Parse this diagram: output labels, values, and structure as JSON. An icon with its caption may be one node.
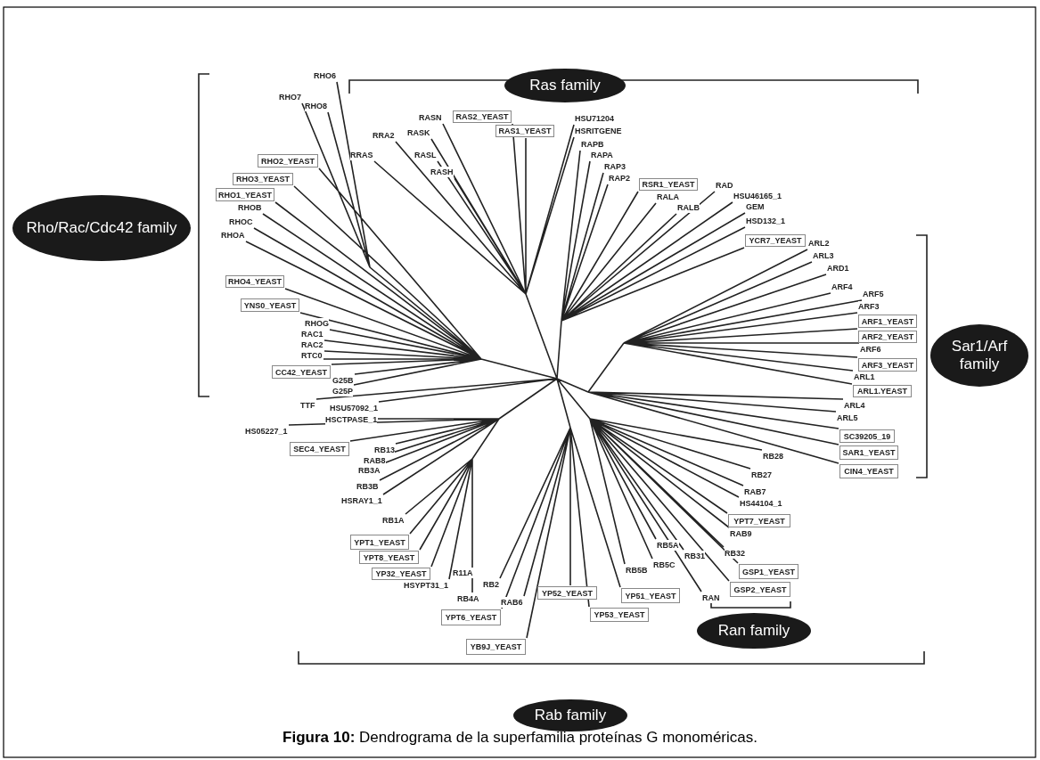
{
  "diagram": {
    "caption": "**Figura 10:** Dendrograma de la superfamilia proteínas G monoméricas.",
    "nodes": [
      {
        "text": [
          "Ras family"
        ]
      },
      {
        "text": [
          "RAS2_YEAST"
        ]
      },
      {
        "text": [
          "RAS1_YEAST"
        ]
      },
      {
        "text": [
          "RHO2_YEAST"
        ]
      },
      {
        "text": [
          "RHO3_YEAST"
        ]
      },
      {
        "text": [
          "RHO1_YEAST"
        ]
      },
      {
        "text": [
          "Rho/Rac/Cdc42 family"
        ]
      },
      {
        "text": [
          "RSR1_YEAST"
        ]
      },
      {
        "text": [
          "YCR7_YEAST"
        ]
      },
      {
        "text": [
          "RHO4_YEAST"
        ]
      },
      {
        "text": [
          "YNS0_YEAST"
        ]
      },
      {
        "text": [
          "ARF1_YEAST"
        ]
      },
      {
        "text": [
          "ARF2_YEAST"
        ]
      },
      {
        "text": [
          "Sar1/Arf family"
        ]
      },
      {
        "text": [
          "ARF3_YEAST"
        ]
      },
      {
        "text": [
          "CC42_YEAST"
        ]
      },
      {
        "text": [
          "ARL1.YEAST"
        ]
      },
      {
        "text": [
          "SC39205_19"
        ]
      },
      {
        "text": [
          "SEC4_YEAST"
        ]
      },
      {
        "text": [
          "SAR1_YEAST"
        ]
      },
      {
        "text": [
          "CIN4_YEAST"
        ]
      },
      {
        "text": [
          "YPT7_YEAST"
        ]
      },
      {
        "text": [
          "YPT1_YEAST"
        ]
      },
      {
        "text": [
          "YPT8_YEAST"
        ]
      },
      {
        "text": [
          "GSP1_YEAST"
        ]
      },
      {
        "text": [
          "YP32_YEAST"
        ]
      },
      {
        "text": [
          "GSP2_YEAST"
        ]
      },
      {
        "text": [
          "YP52_YEAST"
        ]
      },
      {
        "text": [
          "YP51_YEAST"
        ]
      },
      {
        "text": [
          "YP53_YEAST"
        ]
      },
      {
        "text": [
          "YPT6_YEAST"
        ]
      },
      {
        "text": [
          "Ran family"
        ]
      },
      {
        "text": [
          "YB9J_YEAST"
        ]
      },
      {
        "text": [
          "Rab family"
        ]
      }
    ],
    "labels": [
      "RHO6",
      "RHO7",
      "RHO8",
      "RASN",
      "HSU71204",
      "HSRITGENE",
      "RRA2",
      "RASK",
      "RAPB",
      "RAPA",
      "RRAS",
      "RASL",
      "RAP3",
      "RASH",
      "RAP2",
      "RAD",
      "HSU46165_1",
      "RALA",
      "GEM",
      "RALB",
      "RHOB",
      "HSD132_1",
      "RHOC",
      "RHOA",
      "ARL2",
      "ARL3",
      "ARD1",
      "ARF4",
      "ARF5",
      "ARF3",
      "RHOG",
      "RAC1",
      "RAC2",
      "ARF6",
      "RTC0",
      "ARL1",
      "G25B",
      "G25P",
      "ARL4",
      "TTF",
      "HSU57092_1",
      "ARL5",
      "HSCTPASE_1",
      "HS05227_1",
      "RB13",
      "RB28",
      "RAB8",
      "RB3A",
      "RB27",
      "RB3B",
      "RAB7",
      "HSRAY1_1",
      "HS44104_1",
      "RB1A",
      "RAB9",
      "RB5A",
      "RB32",
      "RB31",
      "RB5C",
      "RB5B",
      "R11A",
      "RB2",
      "HSYPT31_1",
      "RAN",
      "RB4A",
      "RAB6"
    ]
  }
}
